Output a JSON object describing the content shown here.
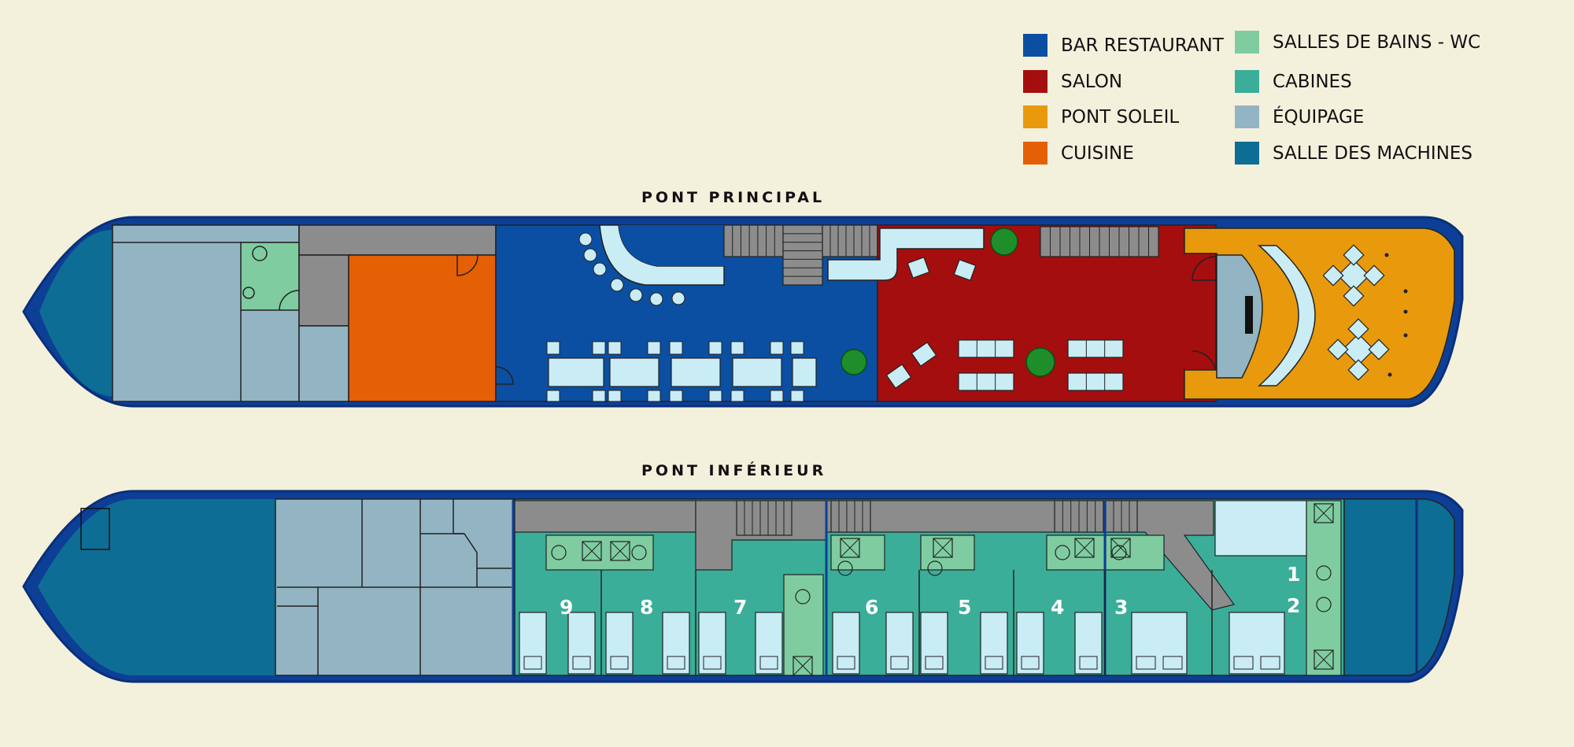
{
  "legend": [
    {
      "label": "BAR RESTAURANT",
      "color": "#0b4fa2"
    },
    {
      "label": "SALON",
      "color": "#a50e0e"
    },
    {
      "label": "PONT SOLEIL",
      "color": "#e89a0c"
    },
    {
      "label": "CUISINE",
      "color": "#e55f05"
    },
    {
      "label": "SALLES DE BAINS - WC",
      "color": "#7fcca0"
    },
    {
      "label": "CABINES",
      "color": "#3aae98"
    },
    {
      "label": "ÉQUIPAGE",
      "color": "#93b4c2"
    },
    {
      "label": "SALLE DES MACHINES",
      "color": "#0e6d95"
    }
  ],
  "decks": {
    "main": {
      "title": "PONT PRINCIPAL"
    },
    "lower": {
      "title": "PONT INFÉRIEUR"
    }
  },
  "cabins": [
    "9",
    "8",
    "7",
    "6",
    "5",
    "4",
    "3",
    "1",
    "2"
  ]
}
